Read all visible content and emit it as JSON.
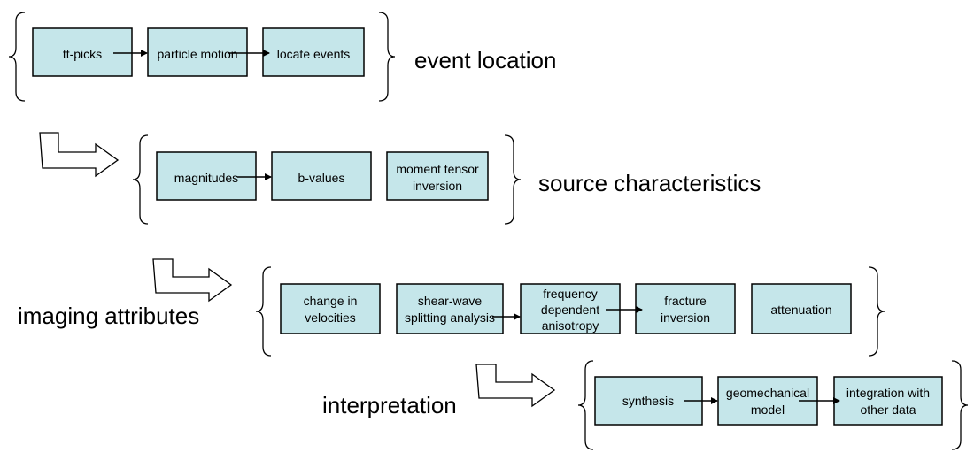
{
  "stages": [
    {
      "label": "event location",
      "boxes": [
        {
          "lines": [
            "tt-picks"
          ]
        },
        {
          "lines": [
            "particle motion"
          ]
        },
        {
          "lines": [
            "locate events"
          ]
        }
      ]
    },
    {
      "label": "source characteristics",
      "boxes": [
        {
          "lines": [
            "magnitudes"
          ]
        },
        {
          "lines": [
            "b-values"
          ]
        },
        {
          "lines": [
            "moment tensor",
            "inversion"
          ]
        }
      ]
    },
    {
      "label": "imaging attributes",
      "boxes": [
        {
          "lines": [
            "change in",
            "velocities"
          ]
        },
        {
          "lines": [
            "shear-wave",
            "splitting analysis"
          ]
        },
        {
          "lines": [
            "frequency",
            "dependent",
            "anisotropy"
          ]
        },
        {
          "lines": [
            "fracture",
            "inversion"
          ]
        },
        {
          "lines": [
            "attenuation"
          ]
        }
      ]
    },
    {
      "label": "interpretation",
      "boxes": [
        {
          "lines": [
            "synthesis"
          ]
        },
        {
          "lines": [
            "geomechanical",
            "model"
          ]
        },
        {
          "lines": [
            "integration with",
            "other data"
          ]
        }
      ]
    }
  ],
  "colors": {
    "box_fill": "#c5e6ea",
    "box_stroke": "#000000",
    "text": "#000000",
    "background": "#ffffff"
  }
}
